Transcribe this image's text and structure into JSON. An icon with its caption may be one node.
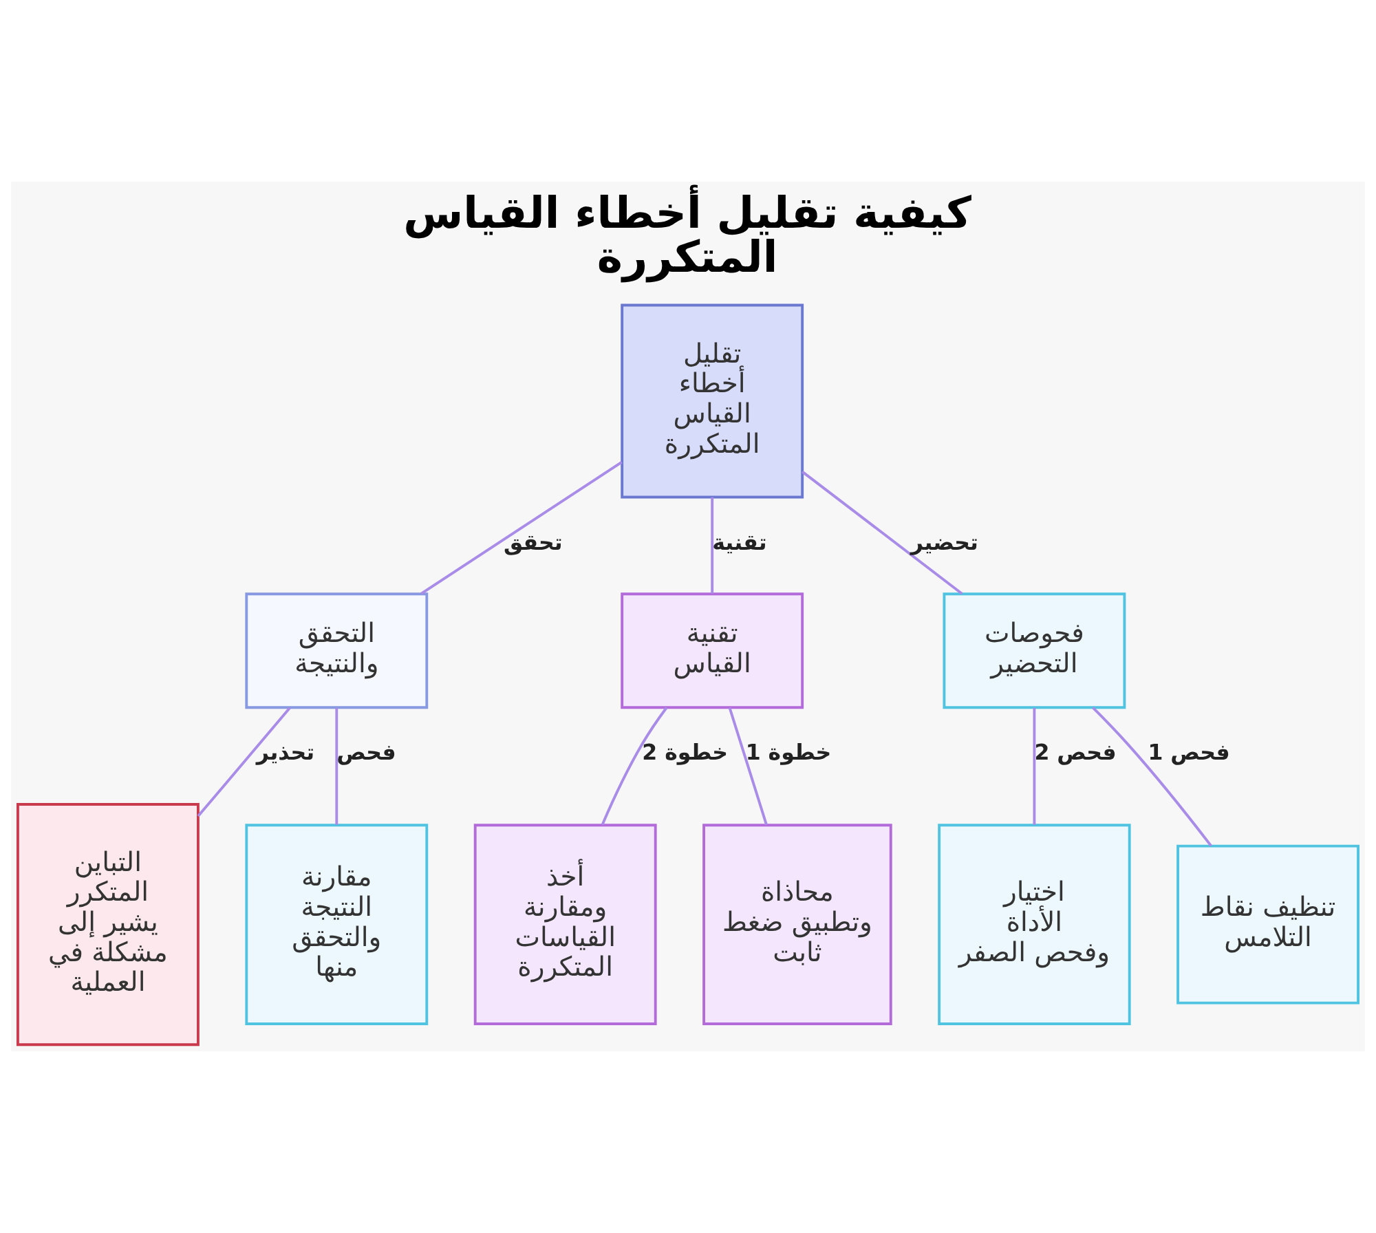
{
  "diagram": {
    "title": "كيفية تقليل أخطاء القياس المتكررة",
    "nodes": [
      {
        "text": [
          "تقليل أخطاء القياس المتكررة"
        ]
      },
      {
        "text": [
          "فحوصات التحضير"
        ]
      },
      {
        "text": [
          "تقنية القياس"
        ]
      },
      {
        "text": [
          "التحقق والنتيجة"
        ]
      },
      {
        "text": [
          "تنظيف نقاط التلامس"
        ]
      },
      {
        "text": [
          "اختيار الأداة وفحص الصفر"
        ]
      },
      {
        "text": [
          "محاذاة وتطبيق ضغط ثابت"
        ]
      },
      {
        "text": [
          "أخذ ومقارنة القياسات المتكررة"
        ]
      },
      {
        "text": [
          "مقارنة النتيجة والتحقق منها"
        ]
      },
      {
        "text": [
          "التباين المتكرر يشير إلى مشكلة في العملية"
        ]
      }
    ],
    "edges": [
      {
        "from": 0,
        "to": 1,
        "arrow": "none",
        "label": "تحضير"
      },
      {
        "from": 0,
        "to": 2,
        "arrow": "none",
        "label": "تقنية"
      },
      {
        "from": 0,
        "to": 3,
        "arrow": "none",
        "label": "تحقق"
      },
      {
        "from": 1,
        "to": 4,
        "arrow": "none",
        "label": "فحص 1"
      },
      {
        "from": 1,
        "to": 5,
        "arrow": "none",
        "label": "فحص 2"
      },
      {
        "from": 2,
        "to": 6,
        "arrow": "none",
        "label": "خطوة 1"
      },
      {
        "from": 2,
        "to": 7,
        "arrow": "none",
        "label": "خطوة 2"
      },
      {
        "from": 3,
        "to": 8,
        "arrow": "none",
        "label": "فحص"
      },
      {
        "from": 3,
        "to": 9,
        "arrow": "none",
        "label": "تحذير"
      }
    ]
  }
}
